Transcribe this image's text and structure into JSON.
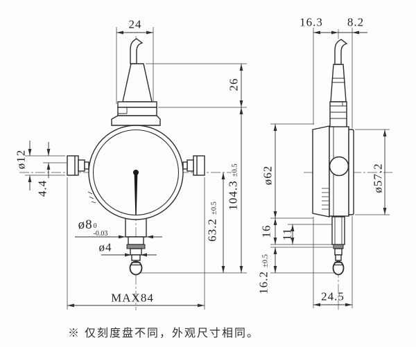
{
  "drawing": {
    "type": "dial-indicator-dimension-drawing",
    "note": "※ 仅刻度盘不同，外观尺寸相同。",
    "front_view": {
      "cap_width": "24",
      "neck_height": "26",
      "overall_height": "104.3",
      "overall_height_tol": "±0.5",
      "center_to_tip": "63.2",
      "center_to_tip_tol": "±0.5",
      "side_knob_dia": "ø12",
      "side_knob_offset": "4.4",
      "stem_dia": "ø8",
      "stem_dia_tol_upper": "0",
      "stem_dia_tol_lower": "-0.03",
      "spindle_dia": "ø4",
      "max_width": "MAX84"
    },
    "side_view": {
      "front_depth": "16.3",
      "rear_depth": "8.2",
      "bezel_dia": "ø62",
      "rear_dia": "ø57.2",
      "lower_shoulder": "16",
      "inner_shoulder": "11",
      "tip_length": "16.2",
      "tip_length_tol": "±0.5",
      "overall_depth": "24.5"
    },
    "colors": {
      "line": "#2b2b2b",
      "thin_line": "#3c3c3c",
      "background": "#fdfdfd",
      "text": "#232323"
    }
  }
}
